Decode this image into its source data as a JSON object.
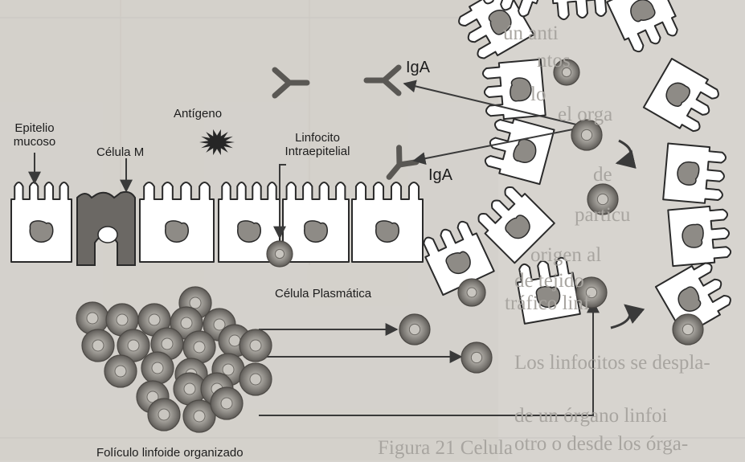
{
  "labels": {
    "epitelio_mucoso": [
      "Epitelio",
      "mucoso"
    ],
    "celula_m": "Célula M",
    "antigeno": "Antígeno",
    "linfocito_intraepitelial": [
      "Linfocito",
      "Intraepitelial"
    ],
    "iga_top": "IgA",
    "iga_mid": "IgA",
    "celula_plasmatica": "Célula Plasmática",
    "foliculo": "Folículo linfoide organizado"
  },
  "background_text": {
    "lines": [
      "ún anti",
      "ntos",
      "lo",
      "el orga",
      "de",
      "particu",
      "origen al",
      "de tejido",
      "tráfico linf",
      "Los linfocitos se despla-",
      "de un órgano linfoi",
      "otro o desde los órga-"
    ],
    "caption": "Figura 21 Celula"
  },
  "colors": {
    "cell_fill": "#ffffff",
    "cell_stroke": "#2a2a2a",
    "nucleus": "#8e8b86",
    "m_cell": "#6b6864",
    "lymphocyte_outer": "#7d7a75",
    "lymphocyte_inner": "#c9c6c0",
    "antigen": "#262626",
    "arrow": "#3a3a3a"
  }
}
